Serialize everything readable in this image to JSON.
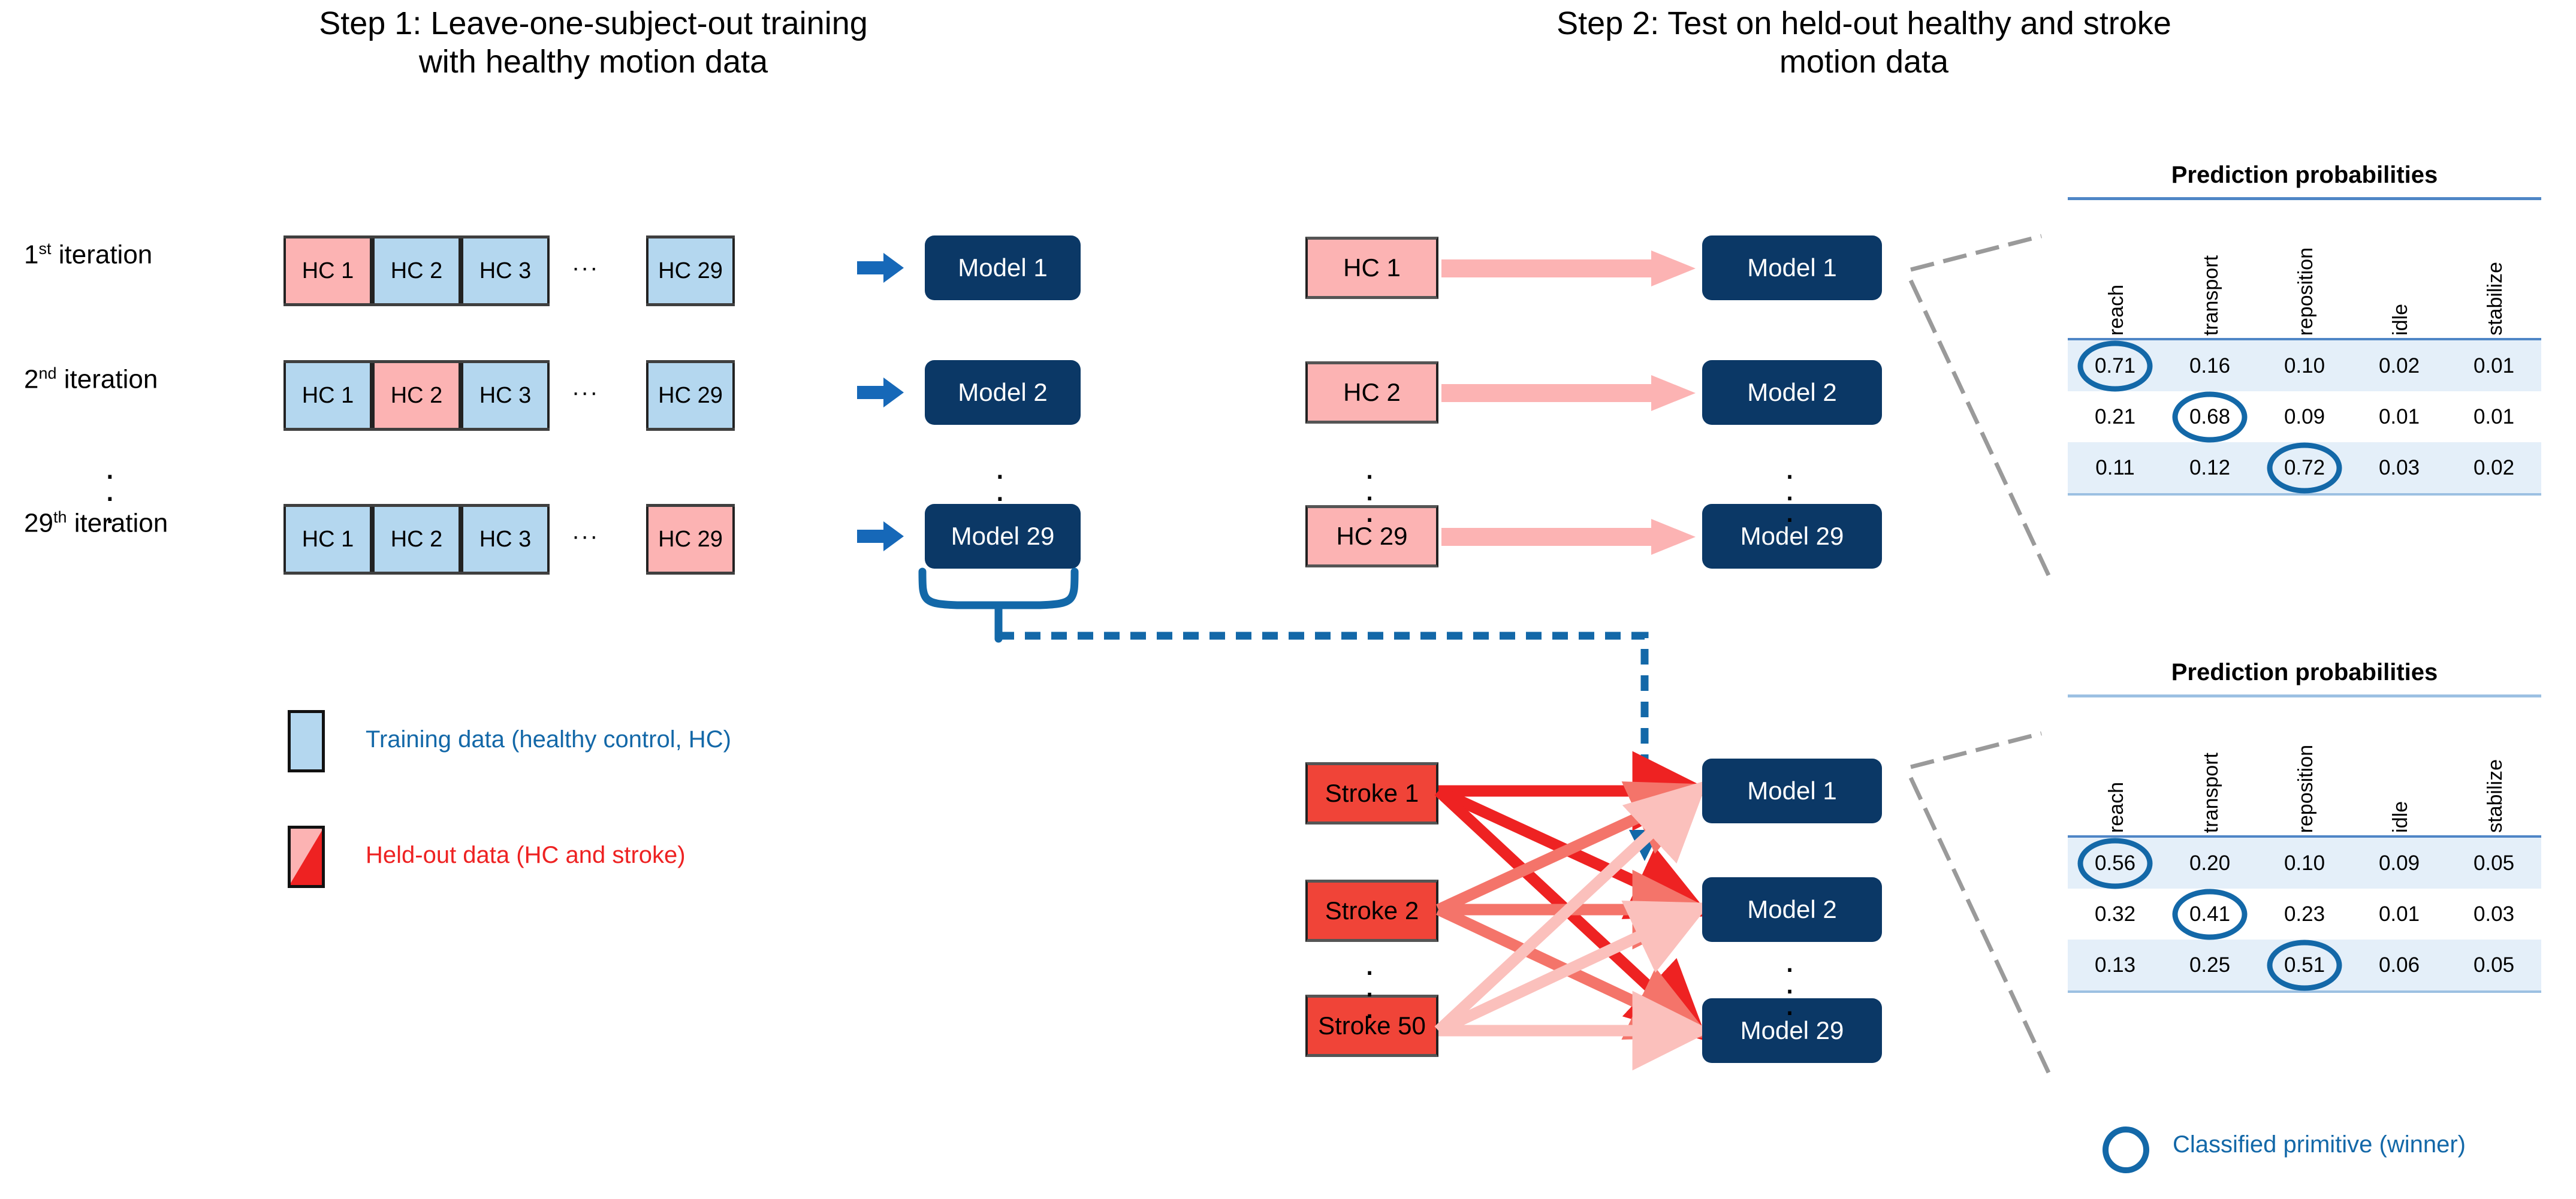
{
  "titles": {
    "step1_line1": "Step 1: Leave-one-subject-out training",
    "step1_line2": "with healthy motion data",
    "step2_line1": "Step 2: Test on held-out healthy and stroke",
    "step2_line2": "motion data"
  },
  "step1": {
    "rows": [
      {
        "label_num": "1",
        "label_sup": "st",
        "label_rest": " iteration",
        "cells": [
          "HC 1",
          "HC 2",
          "HC 3"
        ],
        "held_index": 0,
        "ellipsis": "∙∙∙",
        "last_cell": "HC 29",
        "last_held": false,
        "model": "Model 1"
      },
      {
        "label_num": "2",
        "label_sup": "nd",
        "label_rest": " iteration",
        "cells": [
          "HC 1",
          "HC 2",
          "HC 3"
        ],
        "held_index": 1,
        "ellipsis": "∙∙∙",
        "last_cell": "HC 29",
        "last_held": false,
        "model": "Model 2"
      },
      {
        "label_num": "29",
        "label_sup": "th",
        "label_rest": " iteration",
        "cells": [
          "HC 1",
          "HC 2",
          "HC 3"
        ],
        "held_index": -1,
        "ellipsis": "∙∙∙",
        "last_cell": "HC 29",
        "last_held": true,
        "model": "Model 29"
      }
    ],
    "vertical_dots": "⋮",
    "legend": [
      {
        "swatch": "training",
        "text": "Training data (healthy control, HC)",
        "color": "#1368a8"
      },
      {
        "swatch": "heldout",
        "text": "Held-out data (HC and stroke)",
        "color": "#ee2222"
      }
    ]
  },
  "step2": {
    "hc_group": {
      "inputs": [
        "HC 1",
        "HC 2",
        "HC 29"
      ],
      "models": [
        "Model 1",
        "Model 2",
        "Model 29"
      ]
    },
    "stroke_group": {
      "inputs": [
        "Stroke 1",
        "Stroke 2",
        "Stroke 50"
      ],
      "models": [
        "Model 1",
        "Model 2",
        "Model 29"
      ]
    }
  },
  "tables": [
    {
      "title": "Prediction probabilities",
      "columns": [
        "reach",
        "transport",
        "reposition",
        "idle",
        "stabilize"
      ],
      "rows": [
        {
          "values": [
            "0.71",
            "0.16",
            "0.10",
            "0.02",
            "0.01"
          ],
          "winner": 0,
          "shaded": true
        },
        {
          "values": [
            "0.21",
            "0.68",
            "0.09",
            "0.01",
            "0.01"
          ],
          "winner": 1,
          "shaded": false
        },
        {
          "values": [
            "0.11",
            "0.12",
            "0.72",
            "0.03",
            "0.02"
          ],
          "winner": 2,
          "shaded": true
        }
      ]
    },
    {
      "title": "Prediction probabilities",
      "columns": [
        "reach",
        "transport",
        "reposition",
        "idle",
        "stabilize"
      ],
      "rows": [
        {
          "values": [
            "0.56",
            "0.20",
            "0.10",
            "0.09",
            "0.05"
          ],
          "winner": 0,
          "shaded": true
        },
        {
          "values": [
            "0.32",
            "0.41",
            "0.23",
            "0.01",
            "0.03"
          ],
          "winner": 1,
          "shaded": false
        },
        {
          "values": [
            "0.13",
            "0.25",
            "0.51",
            "0.06",
            "0.05"
          ],
          "winner": 2,
          "shaded": true
        }
      ]
    }
  ],
  "winner_legend": {
    "text": "Classified primitive (winner)",
    "color": "#1368a8"
  },
  "colors": {
    "navy": "#0b3866",
    "light_blue": "#b4d7ef",
    "pink": "#fcb3b3",
    "red": "#f04438",
    "accent_blue": "#1368a8",
    "table_rule": "#4f86c6",
    "row_shade": "#e4eff9",
    "callout_gray": "#9a9a9a"
  }
}
